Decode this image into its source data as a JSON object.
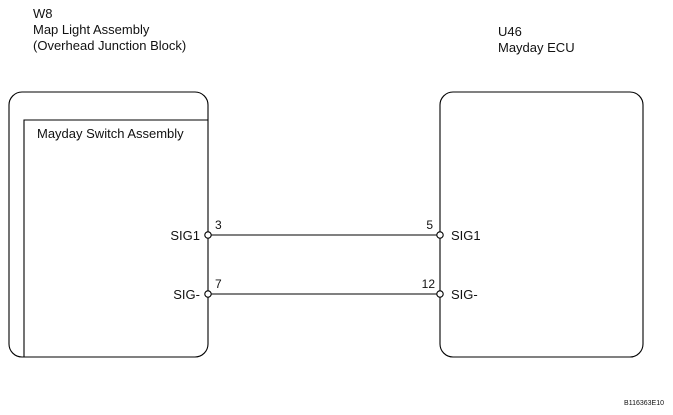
{
  "left_component": {
    "code": "W8",
    "name": "Map Light Assembly",
    "subname": "(Overhead Junction Block)",
    "inner_name": "Mayday Switch Assembly"
  },
  "right_component": {
    "code": "U46",
    "name": "Mayday ECU"
  },
  "connections": [
    {
      "left_signal": "SIG1",
      "left_pin": "3",
      "right_pin": "5",
      "right_signal": "SIG1"
    },
    {
      "left_signal": "SIG-",
      "left_pin": "7",
      "right_pin": "12",
      "right_signal": "SIG-"
    }
  ],
  "figure_code": "B116363E10"
}
